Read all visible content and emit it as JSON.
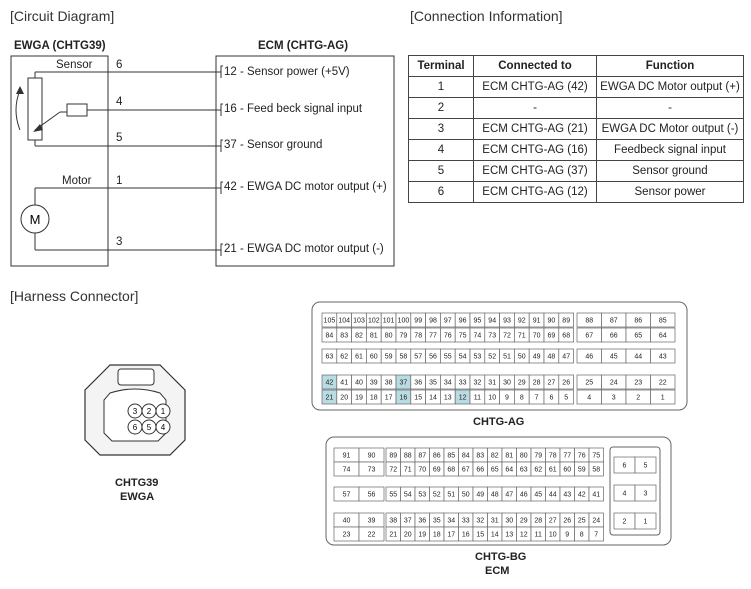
{
  "circuit": {
    "title": "[Circuit Diagram]",
    "ewga_label": "EWGA (CHTG39)",
    "ecm_label": "ECM (CHTG-AG)",
    "sensor_label": "Sensor",
    "motor_label": "Motor",
    "motor_symbol": "M",
    "left_pins": [
      "6",
      "4",
      "5",
      "1",
      "3"
    ],
    "right_pins": [
      "12 - Sensor power (+5V)",
      "16 - Feed beck signal input",
      "37 - Sensor ground",
      "42 - EWGA DC motor output (+)",
      "21 - EWGA DC motor output (-)"
    ]
  },
  "connection": {
    "title": "[Connection Information]",
    "headers": [
      "Terminal",
      "Connected to",
      "Function"
    ],
    "rows": [
      [
        "1",
        "ECM CHTG-AG (42)",
        "EWGA DC Motor output (+)"
      ],
      [
        "2",
        "-",
        "-"
      ],
      [
        "3",
        "ECM CHTG-AG (21)",
        "EWGA DC Motor output (-)"
      ],
      [
        "4",
        "ECM CHTG-AG (16)",
        "Feedbeck signal input"
      ],
      [
        "5",
        "ECM CHTG-AG (37)",
        "Sensor ground"
      ],
      [
        "6",
        "ECM CHTG-AG (12)",
        "Sensor power"
      ]
    ]
  },
  "harness": {
    "title": "[Harness Connector]",
    "ewga_name": "CHTG39",
    "ewga_sub": "EWGA",
    "ewga_pins": [
      "3",
      "2",
      "1",
      "6",
      "5",
      "4"
    ],
    "ag_name": "CHTG-AG",
    "bg_name": "CHTG-BG",
    "ecm_name": "ECM",
    "highlight_color": "#b9dce2",
    "ag_highlight": [
      "42",
      "37",
      "21",
      "16",
      "12"
    ],
    "ag_left_rows": [
      [
        "105",
        "104",
        "103",
        "102",
        "101",
        "100",
        "99",
        "98",
        "97",
        "96",
        "95",
        "94",
        "93",
        "92",
        "91",
        "90",
        "89"
      ],
      [
        "84",
        "83",
        "82",
        "81",
        "80",
        "79",
        "78",
        "77",
        "76",
        "75",
        "74",
        "73",
        "72",
        "71",
        "70",
        "69",
        "68"
      ],
      [
        "63",
        "62",
        "61",
        "60",
        "59",
        "58",
        "57",
        "56",
        "55",
        "54",
        "53",
        "52",
        "51",
        "50",
        "49",
        "48",
        "47"
      ],
      [
        "42",
        "41",
        "40",
        "39",
        "38",
        "37",
        "36",
        "35",
        "34",
        "33",
        "32",
        "31",
        "30",
        "29",
        "28",
        "27",
        "26"
      ],
      [
        "21",
        "20",
        "19",
        "18",
        "17",
        "16",
        "15",
        "14",
        "13",
        "12",
        "11",
        "10",
        "9",
        "8",
        "7",
        "6",
        "5"
      ]
    ],
    "ag_right_rows": [
      [
        "88",
        "87",
        "86",
        "85"
      ],
      [
        "67",
        "66",
        "65",
        "64"
      ],
      [
        "46",
        "45",
        "44",
        "43"
      ],
      [
        "25",
        "24",
        "23",
        "22"
      ],
      [
        "4",
        "3",
        "2",
        "1"
      ]
    ],
    "bg_left_rows": [
      [
        "91",
        "90"
      ],
      [
        "74",
        "73"
      ],
      [
        "57",
        "56"
      ],
      [
        "40",
        "39"
      ],
      [
        "23",
        "22"
      ]
    ],
    "bg_mid_rows": [
      [
        "89",
        "88",
        "87",
        "86",
        "85",
        "84",
        "83",
        "82",
        "81",
        "80",
        "79",
        "78",
        "77",
        "76",
        "75"
      ],
      [
        "72",
        "71",
        "70",
        "69",
        "68",
        "67",
        "66",
        "65",
        "64",
        "63",
        "62",
        "61",
        "60",
        "59",
        "58"
      ],
      [
        "55",
        "54",
        "53",
        "52",
        "51",
        "50",
        "49",
        "48",
        "47",
        "46",
        "45",
        "44",
        "43",
        "42",
        "41"
      ],
      [
        "38",
        "37",
        "36",
        "35",
        "34",
        "33",
        "32",
        "31",
        "30",
        "29",
        "28",
        "27",
        "26",
        "25",
        "24"
      ],
      [
        "21",
        "20",
        "19",
        "18",
        "17",
        "16",
        "15",
        "14",
        "13",
        "12",
        "11",
        "10",
        "9",
        "8",
        "7"
      ]
    ],
    "bg_right_rows": [
      [
        "6",
        "5"
      ],
      [
        "4",
        "3"
      ],
      [
        "2",
        "1"
      ]
    ]
  }
}
